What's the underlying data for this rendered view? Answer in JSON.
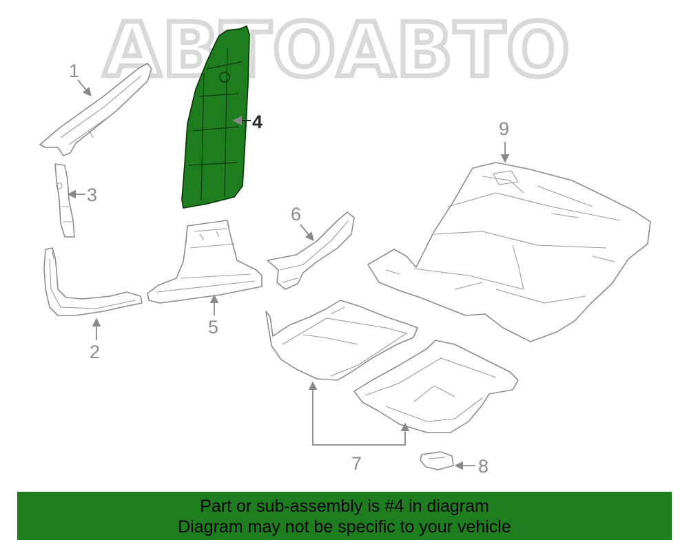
{
  "watermark": {
    "text": "АВТОАВТО"
  },
  "callouts": [
    {
      "id": "1",
      "label": "1",
      "highlighted": false
    },
    {
      "id": "2",
      "label": "2",
      "highlighted": false
    },
    {
      "id": "3",
      "label": "3",
      "highlighted": false
    },
    {
      "id": "4",
      "label": "4",
      "highlighted": true
    },
    {
      "id": "5",
      "label": "5",
      "highlighted": false
    },
    {
      "id": "6",
      "label": "6",
      "highlighted": false
    },
    {
      "id": "7",
      "label": "7",
      "highlighted": false
    },
    {
      "id": "8",
      "label": "8",
      "highlighted": false
    },
    {
      "id": "9",
      "label": "9",
      "highlighted": false
    }
  ],
  "highlight_color": "#1e7d1e",
  "banner": {
    "line1": "Part or sub-assembly is #4 in diagram",
    "line2": "Diagram may not be specific to your vehicle",
    "background": "#1e7d1e"
  }
}
